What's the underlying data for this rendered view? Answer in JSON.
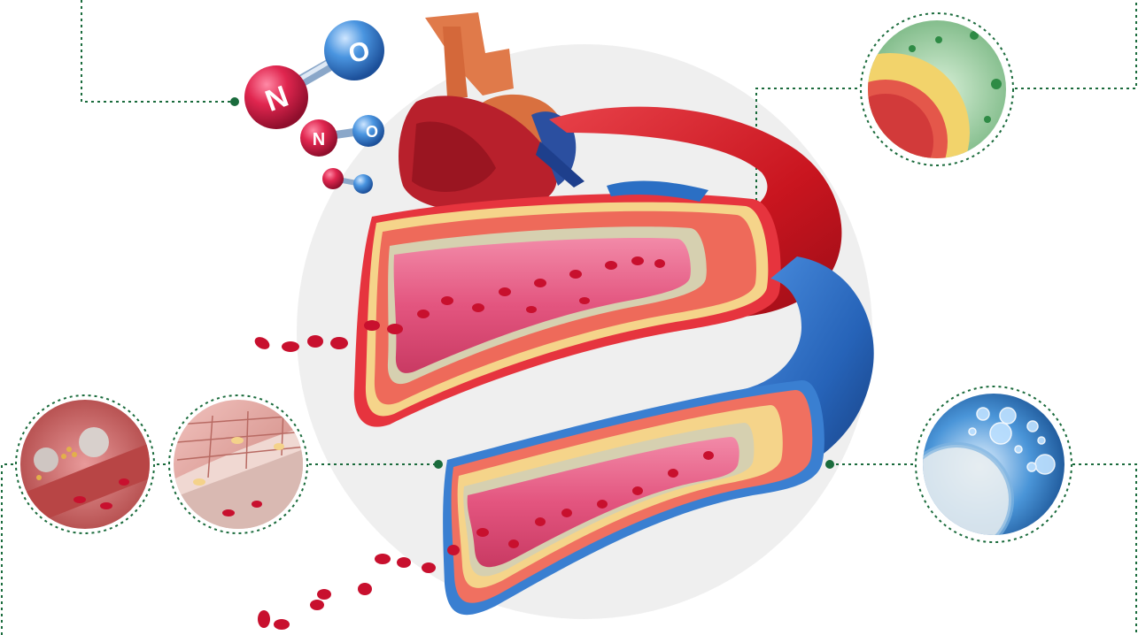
{
  "molecule": {
    "label_n": "N",
    "label_o": "O",
    "colors": {
      "nitrogen": "#d81e4a",
      "oxygen": "#3a86d6"
    }
  },
  "callouts": [
    {
      "id": "top-left",
      "subject": "nitric-oxide-molecules"
    },
    {
      "id": "top-right",
      "subject": "artery-wall-layers-green"
    },
    {
      "id": "bottom-left-1",
      "subject": "plaque-and-blood-cells"
    },
    {
      "id": "bottom-left-2",
      "subject": "vessel-endothelium"
    },
    {
      "id": "bottom-right",
      "subject": "water-bubbles-blue"
    }
  ],
  "colors": {
    "leader_line": "#1a6b3c",
    "artery": "#d3212f",
    "vein": "#2b6fc4",
    "lumen": "#e04b78",
    "blood_cell": "#c8102e",
    "backdrop": "#eeeeee"
  }
}
